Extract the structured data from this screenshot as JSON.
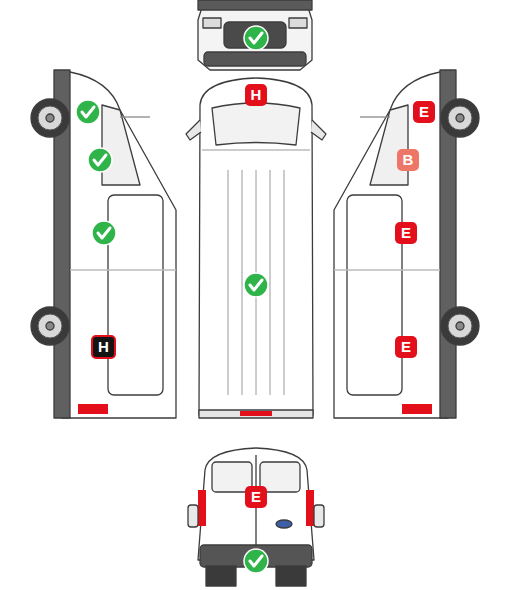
{
  "diagram": {
    "nodes": [
      {
        "text": [
          "H"
        ]
      },
      {
        "text": [
          "E"
        ]
      },
      {
        "text": [
          "B"
        ]
      },
      {
        "text": [
          "E"
        ]
      },
      {
        "text": [
          "E"
        ]
      },
      {
        "text": [
          "H"
        ]
      },
      {
        "text": [
          "E"
        ]
      }
    ]
  }
}
